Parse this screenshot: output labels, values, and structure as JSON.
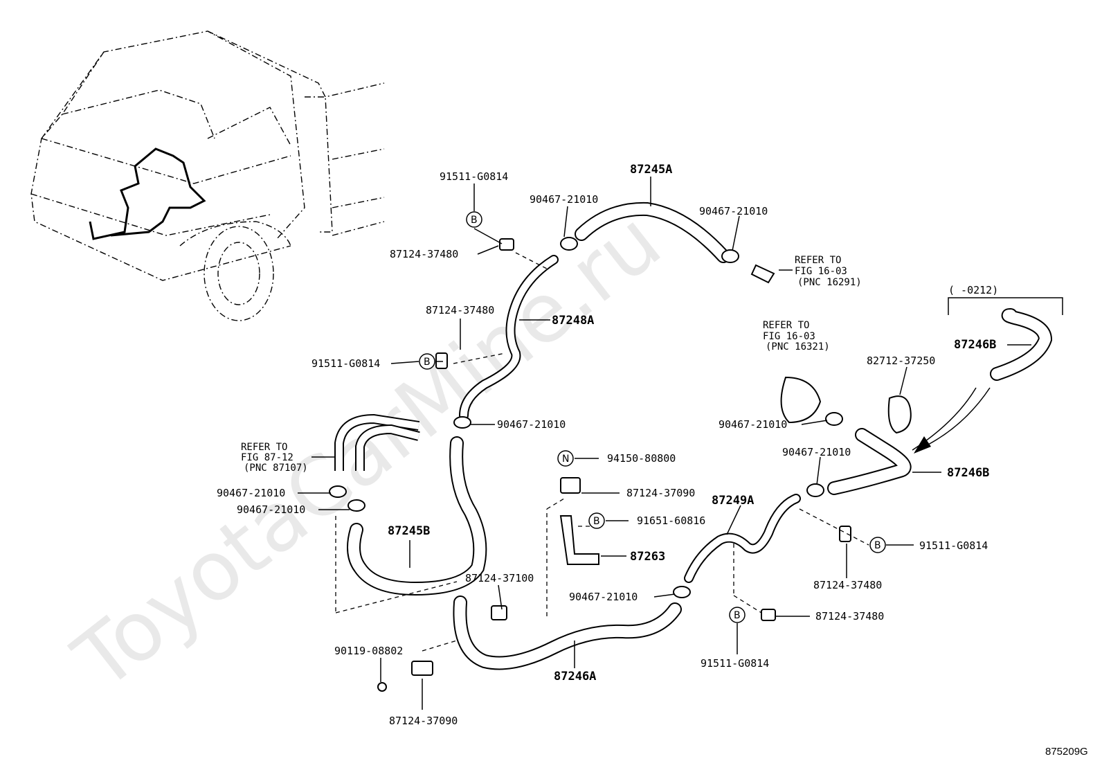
{
  "watermark": "ToyotaCarMine.ru",
  "figure_code": "875209G",
  "date_range": "(     -0212)",
  "parts": {
    "p_87245A": "87245A",
    "p_87248A": "87248A",
    "p_87245B": "87245B",
    "p_87246A": "87246A",
    "p_87246B_top": "87246B",
    "p_87246B": "87246B",
    "p_87249A": "87249A",
    "p_87263": "87263",
    "clamp_a1": "90467-21010",
    "clamp_a2": "90467-21010",
    "clamp_a3": "90467-21010",
    "clamp_a4": "90467-21010",
    "clamp_a5": "90467-21010",
    "clamp_a6": "90467-21010",
    "clamp_a7": "90467-21010",
    "clamp_a8": "90467-21010",
    "bolt_b1": "91511-G0814",
    "bolt_b2": "91511-G0814",
    "bolt_b3": "91511-G0814",
    "bolt_b4": "91511-G0814",
    "clip_c1": "87124-37480",
    "clip_c2": "87124-37480",
    "clip_c3": "87124-37480",
    "clip_c4": "87124-37480",
    "clip_37090_a": "87124-37090",
    "clip_37090_b": "87124-37090",
    "clip_37100": "87124-37100",
    "nut_94150": "94150-80800",
    "bolt_91651": "91651-60816",
    "screw_90119": "90119-08802",
    "clamp_82712": "82712-37250"
  },
  "markers": {
    "b": "B",
    "n": "N"
  },
  "refs": {
    "r1": {
      "l1": "REFER TO",
      "l2": "FIG 16-03",
      "l3": "(PNC 16291)"
    },
    "r2": {
      "l1": "REFER TO",
      "l2": "FIG 16-03",
      "l3": "(PNC 16321)"
    },
    "r3": {
      "l1": "REFER TO",
      "l2": "FIG 87-12",
      "l3": "(PNC 87107)"
    }
  }
}
